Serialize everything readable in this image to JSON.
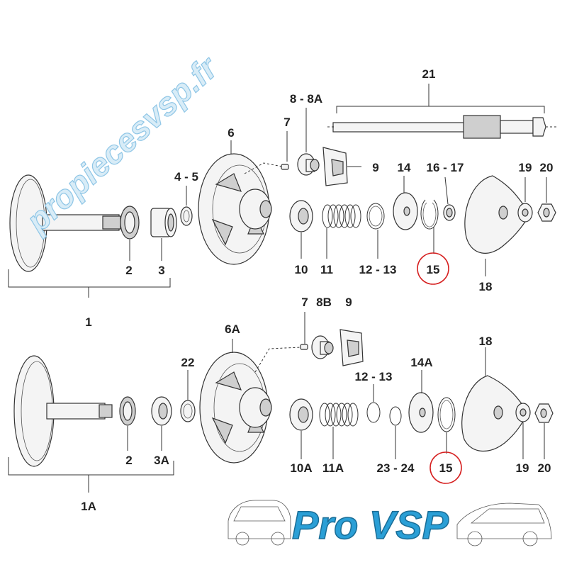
{
  "watermark": "propiecesvsp.fr",
  "brand": {
    "text": "Pro VSP"
  },
  "top_assembly": {
    "labels": [
      "21",
      "8 - 8A",
      "7",
      "6",
      "9",
      "4 - 5",
      "14",
      "16 - 17",
      "19",
      "20",
      "2",
      "3",
      "10",
      "11",
      "12 - 13",
      "15",
      "18",
      "1"
    ]
  },
  "bottom_assembly": {
    "labels": [
      "7",
      "8B",
      "9",
      "6A",
      "22",
      "12 - 13",
      "14A",
      "18",
      "2",
      "3A",
      "10A",
      "11A",
      "23 - 24",
      "15",
      "19",
      "20",
      "1A"
    ]
  },
  "highlighted_part": "15",
  "colors": {
    "highlight": "#d62020",
    "brand": "#2a9fd6",
    "watermark": "#8fc6e6"
  }
}
